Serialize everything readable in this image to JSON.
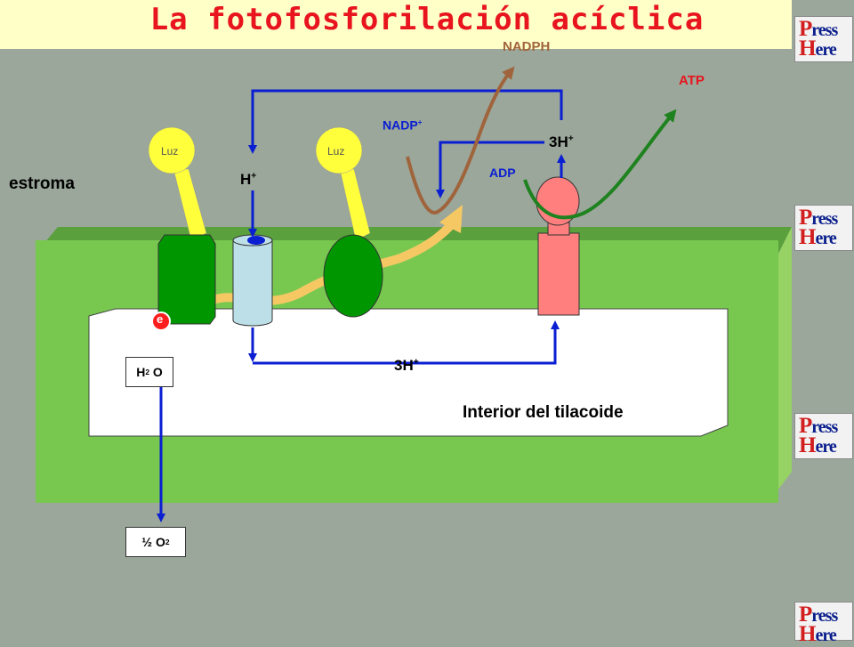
{
  "title": "La fotofosforilación acíclica",
  "press_button": {
    "word1_cap": "P",
    "word1_rest": "ress",
    "word2_cap": "H",
    "word2_rest": "ere"
  },
  "labels": {
    "stroma": "estroma",
    "interior": "Interior del tilacoide",
    "light1": "Luz",
    "light2": "Luz",
    "h_plus": "H",
    "h_plus_sup": "+",
    "three_h_top": "3H",
    "three_h_top_sup": "+",
    "three_h_bottom": "3H",
    "three_h_bottom_sup": "+",
    "nadp": "NADP",
    "nadp_sup": "+",
    "nadph": "NADPH",
    "adp": "ADP",
    "atp": "ATP",
    "electron": "e",
    "water_h": "H",
    "water_sub": "2",
    "water_o": " O",
    "oxygen": "½ O",
    "oxygen_sub": "2"
  },
  "colors": {
    "title": "#e8141e",
    "membrane": "#78c850",
    "arrow_blue": "#0a1ed2",
    "nadph_brown": "#a0643c",
    "atp_green": "#1e821e",
    "atp_synthase": "#ff7f7f",
    "light_yellow": "#ffff3c",
    "electron_path": "#f5c864"
  }
}
